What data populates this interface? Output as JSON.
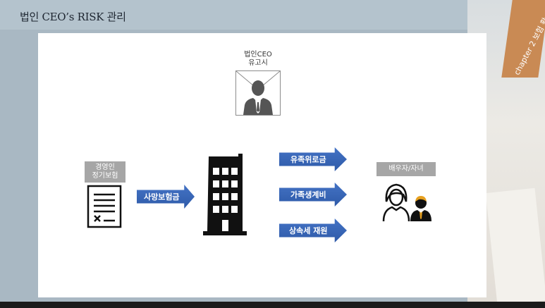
{
  "header": {
    "title": "법인 CEO’s RISK 관리"
  },
  "ceo": {
    "label_line1": "법인CEO",
    "label_line2": "유고시"
  },
  "insurance": {
    "label_line1": "경영인",
    "label_line2": "정기보험"
  },
  "arrows": {
    "death_benefit": "사망보험금",
    "bereavement": "유족위로금",
    "living_cost": "가족생계비",
    "inheritance_tax": "상속세 재원"
  },
  "family": {
    "label": "배우자/자녀"
  },
  "deco": {
    "book_text": "chapter 2 보험 활"
  },
  "colors": {
    "arrow": "#3a67b8",
    "gray_box": "#a6a6a6",
    "icon": "#111111"
  }
}
